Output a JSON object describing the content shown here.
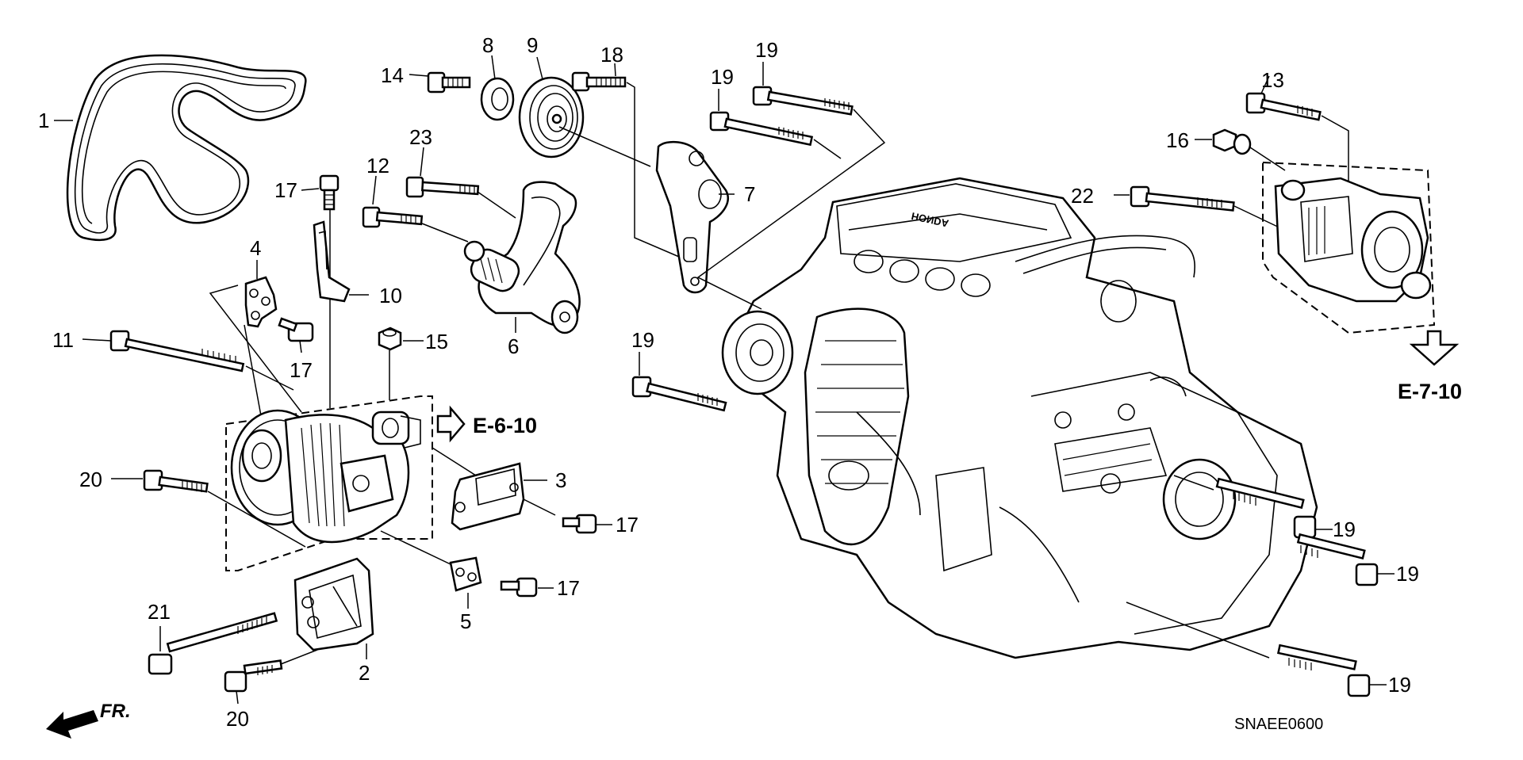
{
  "diagram_code": "SNAEE0600",
  "front_label": "FR.",
  "references": {
    "alternator_ref": "E-6-10",
    "starter_ref": "E-7-10"
  },
  "callouts": {
    "c1": "1",
    "c2": "2",
    "c3": "3",
    "c4": "4",
    "c5": "5",
    "c6": "6",
    "c7": "7",
    "c8": "8",
    "c9": "9",
    "c10": "10",
    "c11": "11",
    "c12": "12",
    "c13": "13",
    "c14": "14",
    "c15": "15",
    "c16": "16",
    "c17": "17",
    "c18": "18",
    "c19": "19",
    "c20": "20",
    "c21": "21",
    "c22": "22",
    "c23": "23"
  }
}
